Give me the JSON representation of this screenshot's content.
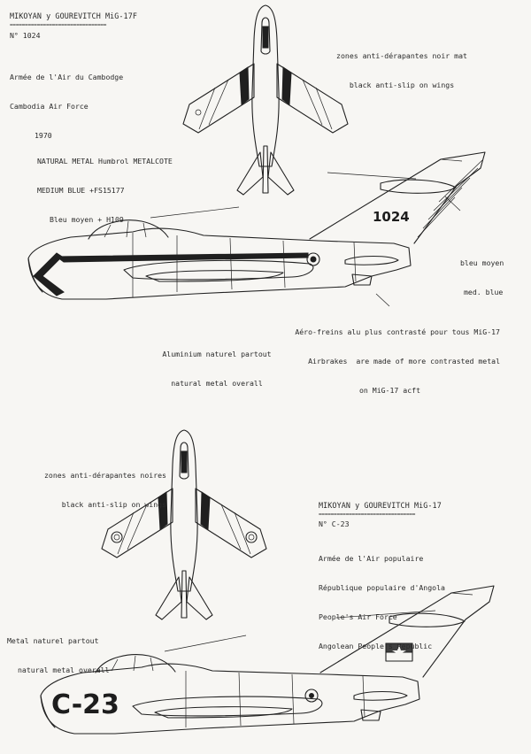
{
  "sheet1": {
    "title": "MIKOYAN y GOUREVITCH MiG-17F",
    "rule": "================================",
    "number": "N° 1024",
    "unit": [
      "Armée de l'Air du Cambodge",
      "Cambodia Air Force",
      "1970"
    ],
    "antislip_note": [
      "zones anti-dérapantes noir mat",
      "black anti-slip on wings"
    ],
    "paint_note": [
      "NATURAL METAL Humbrol METALCOTE",
      "MEDIUM BLUE +FS15177",
      "Bleu moyen + H109"
    ],
    "fin_note": [
      "bleu moyen",
      "med. blue"
    ],
    "airbrake_note": [
      "Aéro-freins alu plus contrasté pour tous MiG-17",
      "Airbrakes  are made of more contrasted metal",
      "on MiG-17 acft"
    ],
    "overall_note": [
      "Aluminium naturel partout",
      "natural metal overall"
    ],
    "serial_marking": "1024"
  },
  "sheet2": {
    "title": "MIKOYAN y GOUREVITCH MiG-17",
    "rule": "================================",
    "number": "N° C-23",
    "unit": [
      "Armée de l'Air populaire",
      "République populaire d'Angola",
      "People's Air Force",
      "Angolean People's Republic"
    ],
    "antislip_note": [
      "zones anti-dérapantes noires",
      "black anti-slip on wings"
    ],
    "overall_note": [
      "Metal naturel partout",
      "natural metal overall"
    ],
    "serial_marking": "C-23"
  }
}
